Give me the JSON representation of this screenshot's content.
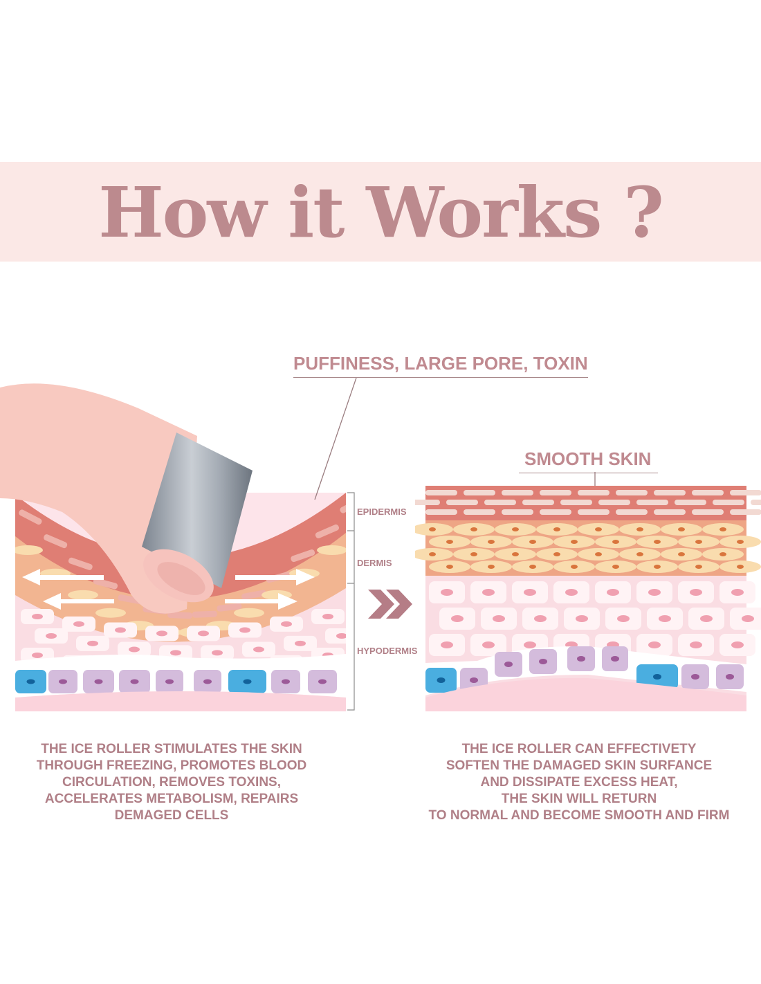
{
  "header": {
    "title": "How it Works ?"
  },
  "callouts": {
    "problem": "PUFFINESS, LARGE PORE, TOXIN",
    "result": "SMOOTH SKIN"
  },
  "layers": {
    "epidermis": "EPIDERMIS",
    "dermis": "DERMIS",
    "hypodermis": "HYPODERMIS"
  },
  "descriptions": {
    "left": [
      "THE ICE ROLLER STIMULATES THE SKIN",
      "THROUGH FREEZING, PROMOTES BLOOD",
      "CIRCULATION, REMOVES TOXINS,",
      "ACCELERATES METABOLISM, REPAIRS",
      "DEMAGED CELLS"
    ],
    "right": [
      "THE ICE ROLLER CAN EFFECTIVETY",
      "SOFTEN THE DAMAGED SKIN SURFANCE",
      "AND DISSIPATE EXCESS HEAT,",
      "THE SKIN WILL RETURN",
      "TO NORMAL AND BECOME SMOOTH AND FIRM"
    ]
  },
  "colors": {
    "title": "#bc8a8e",
    "banner": "#fbe8e6",
    "text": "#b07f87",
    "epidermis": "#df7e74",
    "dermis": "#f2b591",
    "hypodermis": "#fadde3",
    "vessel": "#4aaee0",
    "cell_purple": "#d4bcdc"
  }
}
